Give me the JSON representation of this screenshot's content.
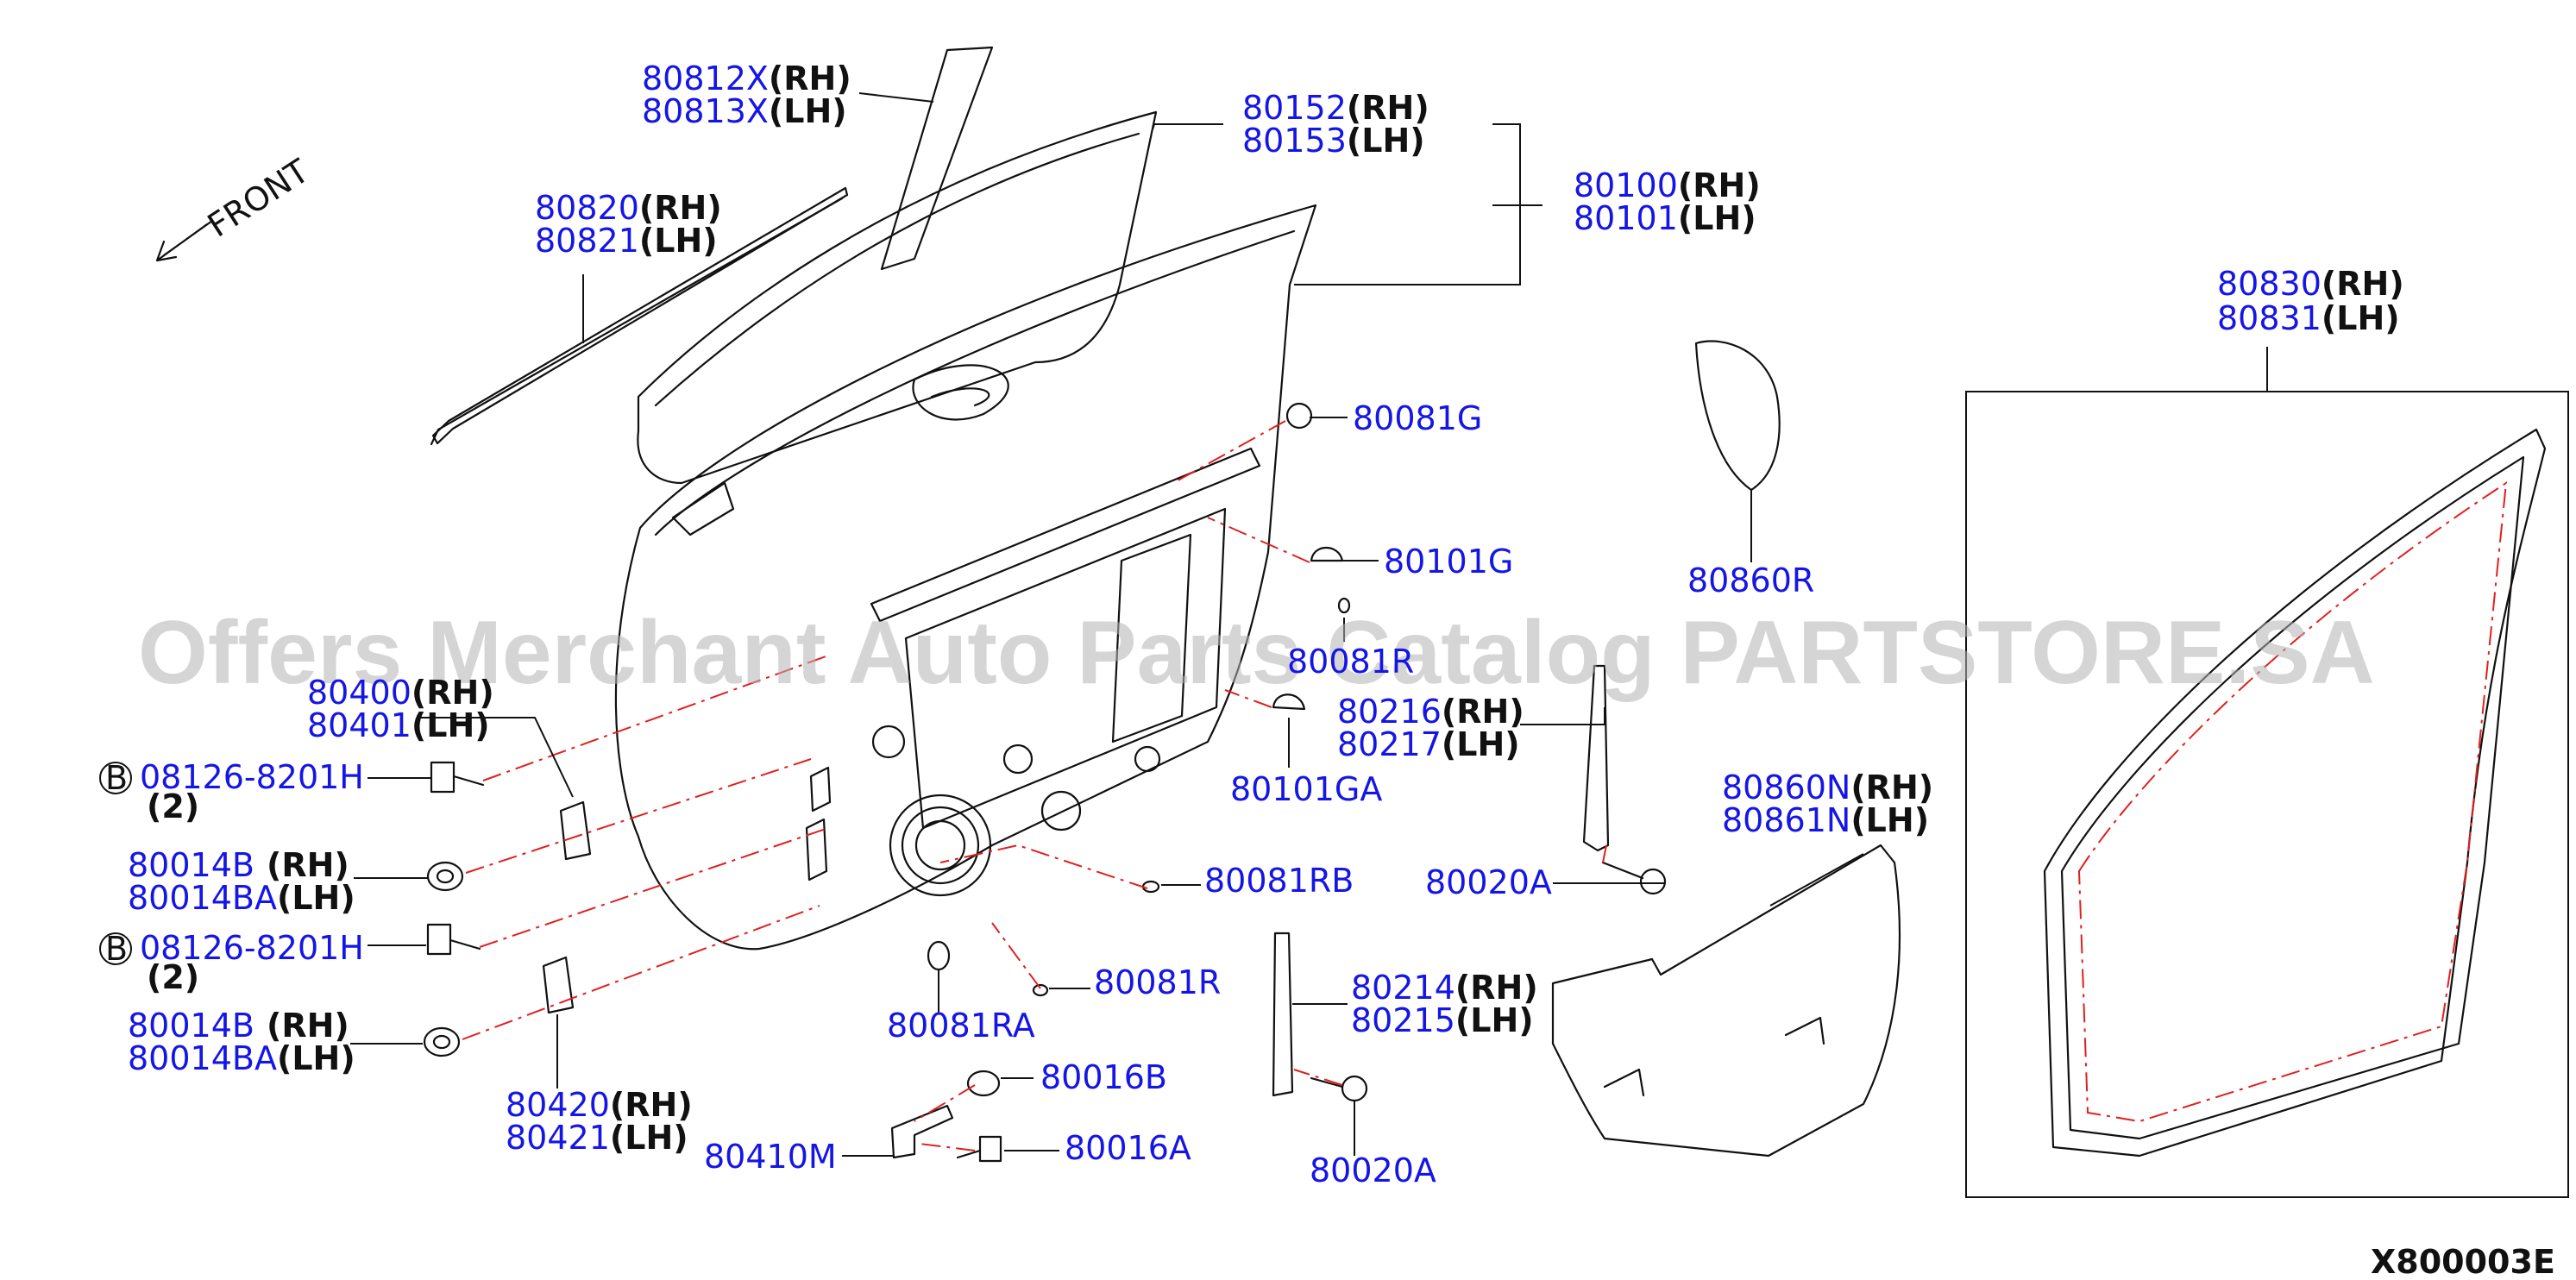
{
  "diagram": {
    "watermark": "Offers Merchant Auto Parts Catalog PARTSTORE.SA",
    "drawing_code": "X800003E",
    "front_label": "FRONT",
    "callouts": [
      {
        "id": "c01",
        "lines": [
          {
            "num": "80812X",
            "side": "(RH)"
          },
          {
            "num": "80813X",
            "side": "(LH)"
          }
        ]
      },
      {
        "id": "c02",
        "lines": [
          {
            "num": "80152",
            "side": "(RH)"
          },
          {
            "num": "80153",
            "side": "(LH)"
          }
        ]
      },
      {
        "id": "c03",
        "lines": [
          {
            "num": "80100",
            "side": "(RH)"
          },
          {
            "num": "80101",
            "side": "(LH)"
          }
        ]
      },
      {
        "id": "c04",
        "lines": [
          {
            "num": "80820",
            "side": "(RH)"
          },
          {
            "num": "80821",
            "side": "(LH)"
          }
        ]
      },
      {
        "id": "c05",
        "lines": [
          {
            "num": "80830",
            "side": "(RH)"
          },
          {
            "num": "80831",
            "side": "(LH)"
          }
        ]
      },
      {
        "id": "c06",
        "lines": [
          {
            "num": "80081G",
            "side": ""
          }
        ]
      },
      {
        "id": "c07",
        "lines": [
          {
            "num": "80101G",
            "side": ""
          }
        ]
      },
      {
        "id": "c08",
        "lines": [
          {
            "num": "80860R",
            "side": ""
          }
        ]
      },
      {
        "id": "c09",
        "lines": [
          {
            "num": "80081R",
            "side": ""
          }
        ]
      },
      {
        "id": "c10",
        "lines": [
          {
            "num": "80216",
            "side": "(RH)"
          },
          {
            "num": "80217",
            "side": "(LH)"
          }
        ]
      },
      {
        "id": "c11",
        "lines": [
          {
            "num": "80400",
            "side": "(RH)"
          },
          {
            "num": "80401",
            "side": "(LH)"
          }
        ]
      },
      {
        "id": "c12",
        "lines": [
          {
            "num": "08126-8201H",
            "side": ""
          }
        ]
      },
      {
        "id": "c13",
        "lines": [
          {
            "num": "80101GA",
            "side": ""
          }
        ]
      },
      {
        "id": "c14",
        "lines": [
          {
            "num": "80860N",
            "side": "(RH)"
          },
          {
            "num": "80861N",
            "side": "(LH)"
          }
        ]
      },
      {
        "id": "c15",
        "lines": [
          {
            "num": "80014B",
            "side": "(RH)"
          },
          {
            "num": "80014BA",
            "side": "(LH)"
          }
        ]
      },
      {
        "id": "c16",
        "lines": [
          {
            "num": "80081RB",
            "side": ""
          }
        ]
      },
      {
        "id": "c17",
        "lines": [
          {
            "num": "80020A",
            "side": ""
          }
        ]
      },
      {
        "id": "c18",
        "lines": [
          {
            "num": "08126-8201H",
            "side": ""
          }
        ]
      },
      {
        "id": "c19",
        "lines": [
          {
            "num": "80081R",
            "side": ""
          }
        ]
      },
      {
        "id": "c20",
        "lines": [
          {
            "num": "80214",
            "side": "(RH)"
          },
          {
            "num": "80215",
            "side": "(LH)"
          }
        ]
      },
      {
        "id": "c21",
        "lines": [
          {
            "num": "80081RA",
            "side": ""
          }
        ]
      },
      {
        "id": "c22",
        "lines": [
          {
            "num": "80014B",
            "side": "(RH)"
          },
          {
            "num": "80014BA",
            "side": "(LH)"
          }
        ]
      },
      {
        "id": "c23",
        "lines": [
          {
            "num": "80016B",
            "side": ""
          }
        ]
      },
      {
        "id": "c24",
        "lines": [
          {
            "num": "80420",
            "side": "(RH)"
          },
          {
            "num": "80421",
            "side": "(LH)"
          }
        ]
      },
      {
        "id": "c25",
        "lines": [
          {
            "num": "80410M",
            "side": ""
          }
        ]
      },
      {
        "id": "c26",
        "lines": [
          {
            "num": "80016A",
            "side": ""
          }
        ]
      },
      {
        "id": "c27",
        "lines": [
          {
            "num": "80020A",
            "side": ""
          }
        ]
      }
    ],
    "bolt_markers": [
      {
        "id": "b1",
        "letter": "B",
        "qty": "(2)"
      },
      {
        "id": "b2",
        "letter": "B",
        "qty": "(2)"
      }
    ]
  }
}
